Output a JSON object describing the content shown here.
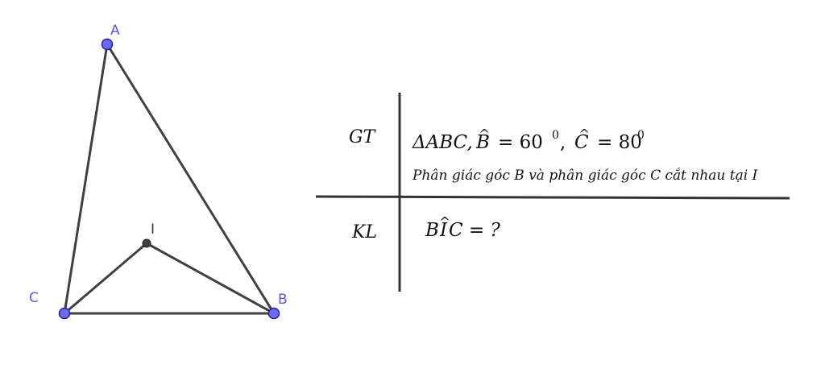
{
  "colors": {
    "line": "#404040",
    "point_fill": "#6b6bf0",
    "point_stroke": "#1f1fa0",
    "point_I_fill": "#404040",
    "label": "#5a5ae0",
    "label_I": "#333333"
  },
  "figure": {
    "points": {
      "A": "A",
      "B": "B",
      "C": "C",
      "I": "I"
    }
  },
  "table": {
    "gt_label": "GT",
    "kl_label": "KL",
    "gt_line1": {
      "triangle": "ΔABC,",
      "angle_B": "B",
      "hat": "^",
      "eq_B": "= 60",
      "exp": "0",
      "comma": ",",
      "angle_C": "C",
      "eq_C": "= 80"
    },
    "gt_line2": "Phân giác góc B và phân giác góc C cắt nhau tại I",
    "kl_line": {
      "left": "B",
      "mid": "I",
      "right": "C = ?"
    }
  }
}
